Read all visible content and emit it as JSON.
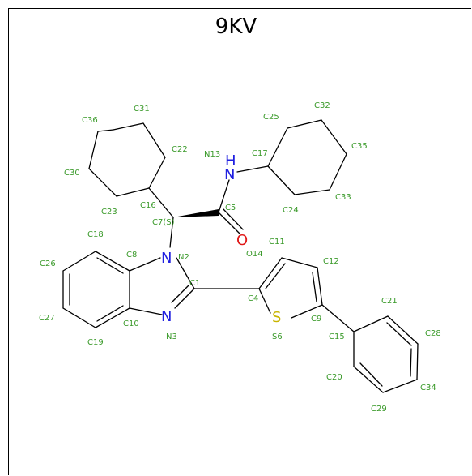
{
  "title": "9KV",
  "colors": {
    "carbon_label": "#3a9a2a",
    "nitrogen": "#1f1fe0",
    "oxygen": "#e01818",
    "sulfur": "#c8b400",
    "bond": "#000000"
  },
  "heteroatoms": [
    {
      "id": "N1",
      "symbol": "N",
      "color": "#1f1fe0"
    },
    {
      "id": "N3",
      "symbol": "N",
      "color": "#1f1fe0"
    },
    {
      "id": "N13",
      "symbol": "H",
      "color": "#1f1fe0"
    },
    {
      "id": "N13",
      "symbol": "N",
      "color": "#1f1fe0"
    },
    {
      "id": "O14",
      "symbol": "O",
      "color": "#e01818"
    },
    {
      "id": "S6",
      "symbol": "S",
      "color": "#c8b400"
    }
  ],
  "labels": [
    "C31",
    "C36",
    "C22",
    "C30",
    "C16",
    "C23",
    "C7(S)",
    "C18",
    "N13",
    "C17",
    "C25",
    "C32",
    "C35",
    "C5",
    "C33",
    "C24",
    "N2",
    "O14",
    "C11",
    "C12",
    "C26",
    "C8",
    "C1",
    "C4",
    "C9",
    "C21",
    "C27",
    "C10",
    "N3",
    "S6",
    "C15",
    "C28",
    "C19",
    "C20",
    "C34",
    "C29"
  ]
}
